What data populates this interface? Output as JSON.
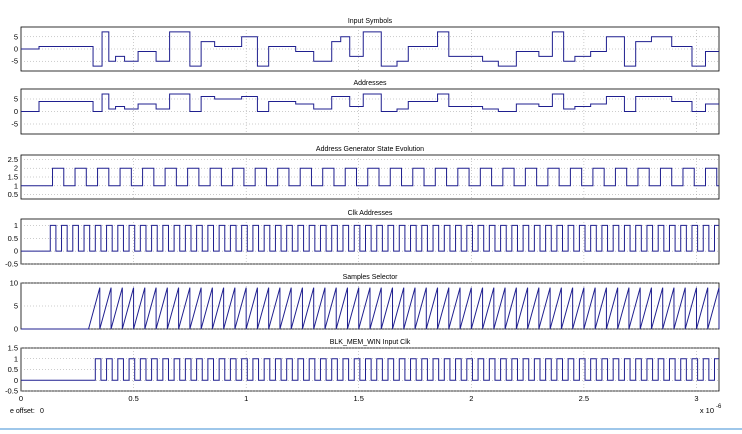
{
  "status": {
    "time_offset_label": "e offset:",
    "time_offset_value": "0"
  },
  "x_axis": {
    "tick_labels": [
      "0",
      "0.5",
      "1",
      "1.5",
      "2",
      "2.5",
      "3"
    ],
    "multiplier": "x 10",
    "exponent": "-6"
  },
  "colors": {
    "signal": "#1f1f8f",
    "grid": "#9a9a9a",
    "frame": "#000000"
  },
  "chart_data": [
    {
      "type": "line",
      "title": "Input Symbols",
      "xlim": [
        0,
        3.1e-06
      ],
      "ylim": [
        -9,
        9
      ],
      "yticks": [
        5,
        0,
        -5
      ],
      "ytick_labels": [
        "5",
        "0",
        "-5"
      ],
      "grid": true,
      "step": true,
      "x": [
        0,
        7e-08,
        8e-08,
        3.2e-07,
        3.6e-07,
        3.9e-07,
        4.2e-07,
        4.6e-07,
        5.2e-07,
        6e-07,
        6.6e-07,
        7.5e-07,
        8e-07,
        8.6e-07,
        9.8e-07,
        1.05e-06,
        1.1e-06,
        1.22e-06,
        1.3e-06,
        1.38e-06,
        1.42e-06,
        1.46e-06,
        1.52e-06,
        1.6e-06,
        1.67e-06,
        1.72e-06,
        1.85e-06,
        1.9e-06,
        2.05e-06,
        2.12e-06,
        2.2e-06,
        2.3e-06,
        2.36e-06,
        2.41e-06,
        2.46e-06,
        2.53e-06,
        2.6e-06,
        2.68e-06,
        2.73e-06,
        2.8e-06,
        2.89e-06,
        2.98e-06,
        3.04e-06,
        3.1e-06
      ],
      "y": [
        0,
        0,
        1,
        -7,
        7,
        -5,
        -3,
        -5,
        -1,
        -5,
        7,
        -7,
        3,
        1,
        5,
        -7,
        1,
        -1,
        -5,
        3,
        5,
        -3,
        7,
        -7,
        -5,
        1,
        7,
        -3,
        -5,
        -7,
        -1,
        -3,
        7,
        -5,
        -3,
        -1,
        5,
        -7,
        3,
        5,
        1,
        -7,
        -1,
        -1
      ]
    },
    {
      "type": "line",
      "title": "Addresses",
      "xlim": [
        0,
        3.1e-06
      ],
      "ylim": [
        -9,
        9
      ],
      "yticks": [
        5,
        0,
        -5
      ],
      "ytick_labels": [
        "5",
        "0",
        "-5"
      ],
      "grid": true,
      "step": true,
      "x": [
        0,
        7e-08,
        8e-08,
        3.2e-07,
        3.6e-07,
        3.9e-07,
        4.2e-07,
        4.6e-07,
        5.2e-07,
        6e-07,
        6.6e-07,
        7.5e-07,
        8e-07,
        8.6e-07,
        9.8e-07,
        1.05e-06,
        1.1e-06,
        1.22e-06,
        1.3e-06,
        1.38e-06,
        1.42e-06,
        1.46e-06,
        1.52e-06,
        1.6e-06,
        1.67e-06,
        1.72e-06,
        1.85e-06,
        1.9e-06,
        2.05e-06,
        2.12e-06,
        2.2e-06,
        2.3e-06,
        2.36e-06,
        2.41e-06,
        2.46e-06,
        2.53e-06,
        2.6e-06,
        2.68e-06,
        2.73e-06,
        2.8e-06,
        2.89e-06,
        2.98e-06,
        3.04e-06,
        3.1e-06
      ],
      "y": [
        0,
        0,
        4,
        0,
        7,
        1,
        2,
        1,
        3,
        1,
        7,
        0,
        6,
        5,
        6,
        0,
        4,
        3,
        1,
        6,
        6,
        2,
        7,
        0,
        1,
        4,
        7,
        2,
        1,
        0,
        3,
        2,
        7,
        1,
        2,
        3,
        6,
        0,
        6,
        6,
        4,
        0,
        3,
        3
      ]
    },
    {
      "type": "line",
      "title": "Address Generator State Evolution",
      "xlim": [
        0,
        3.1e-06
      ],
      "ylim": [
        0.25,
        2.75
      ],
      "yticks": [
        2.5,
        2,
        1.5,
        1,
        0.5
      ],
      "ytick_labels": [
        "2.5",
        "2",
        "1.5",
        "1",
        "0.5"
      ],
      "grid": true,
      "square_wave": {
        "low": 1,
        "high": 2,
        "start": 1.4e-07,
        "period": 1e-07
      }
    },
    {
      "type": "line",
      "title": "Clk Addresses",
      "xlim": [
        0,
        3.1e-06
      ],
      "ylim": [
        -0.5,
        1.25
      ],
      "yticks": [
        1,
        0.5,
        0,
        -0.5
      ],
      "ytick_labels": [
        "1",
        "0.5",
        "0",
        "-0.5"
      ],
      "grid": true,
      "square_wave": {
        "low": 0,
        "high": 1,
        "start": 1.3e-07,
        "period": 5e-08
      }
    },
    {
      "type": "line",
      "title": "Samples Selector",
      "xlim": [
        0,
        3.1e-06
      ],
      "ylim": [
        0,
        10
      ],
      "yticks": [
        10,
        5,
        0
      ],
      "ytick_labels": [
        "10",
        "5",
        "0"
      ],
      "grid": true,
      "sawtooth": {
        "low": 0,
        "high": 9,
        "start": 3e-07,
        "period": 5e-08
      }
    },
    {
      "type": "line",
      "title": "BLK_MEM_WIN Input Clk",
      "xlim": [
        0,
        3.1e-06
      ],
      "ylim": [
        -0.5,
        1.5
      ],
      "yticks": [
        1.5,
        1,
        0.5,
        0,
        -0.5
      ],
      "ytick_labels": [
        "1.5",
        "1",
        "0.5",
        "0",
        "-0.5"
      ],
      "grid": true,
      "square_wave": {
        "low": 0,
        "high": 1,
        "start": 3.3e-07,
        "period": 5e-08
      }
    }
  ]
}
